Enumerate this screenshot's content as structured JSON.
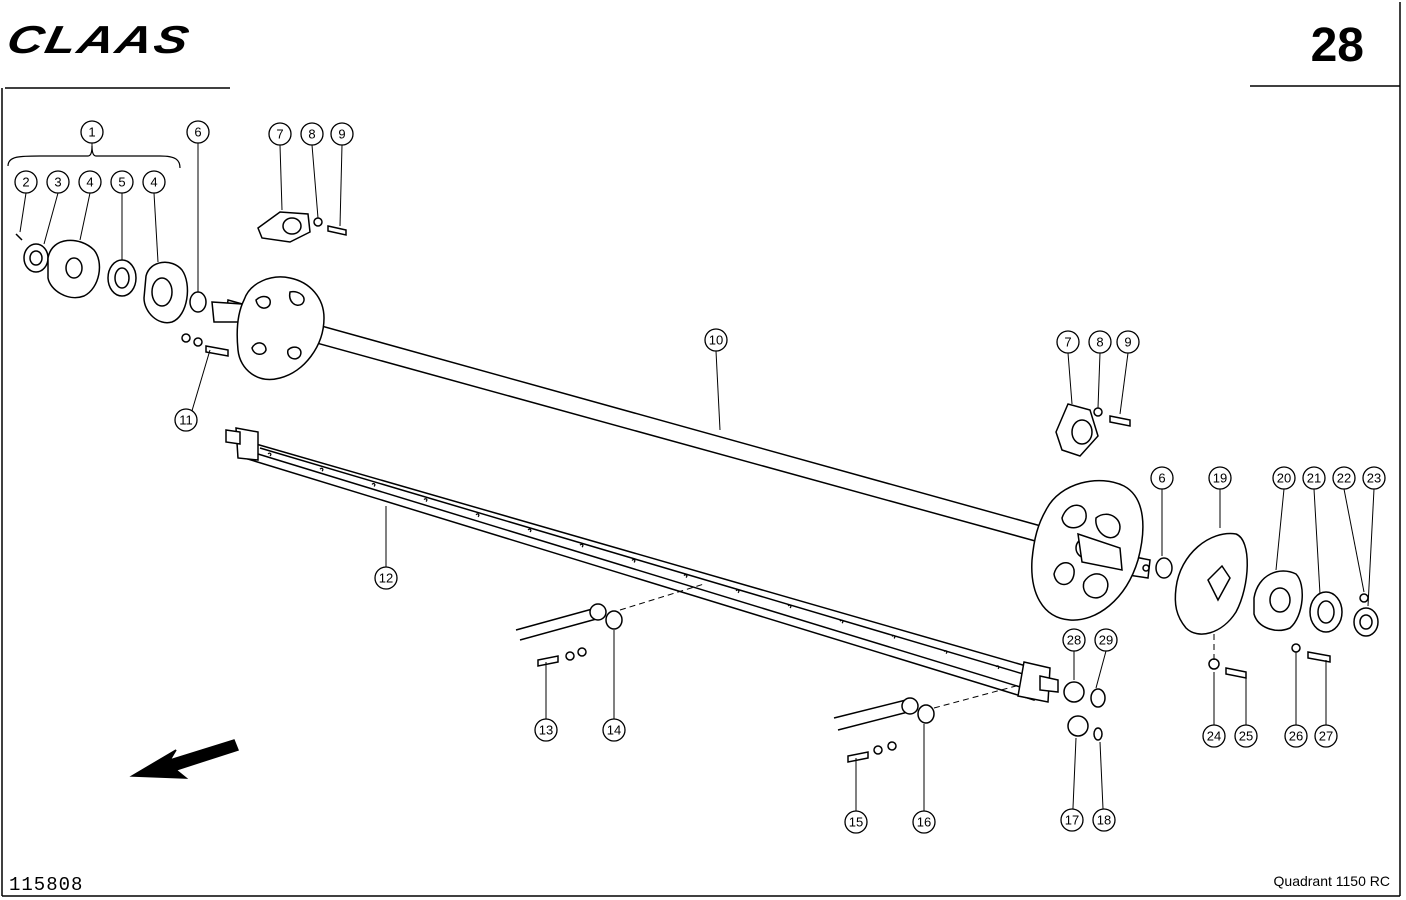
{
  "header": {
    "brand": "CLAAS",
    "page_number": "28"
  },
  "footer": {
    "drawing_number": "115808",
    "model": "Quadrant 1150 RC"
  },
  "callouts": [
    "1",
    "2",
    "3",
    "4",
    "5",
    "4",
    "6",
    "7",
    "8",
    "9",
    "11",
    "10",
    "12",
    "7",
    "8",
    "9",
    "6",
    "19",
    "20",
    "21",
    "22",
    "23",
    "13",
    "14",
    "28",
    "29",
    "24",
    "25",
    "26",
    "27",
    "15",
    "16",
    "17",
    "18"
  ],
  "colors": {
    "ink": "#000000",
    "paper": "#ffffff"
  }
}
